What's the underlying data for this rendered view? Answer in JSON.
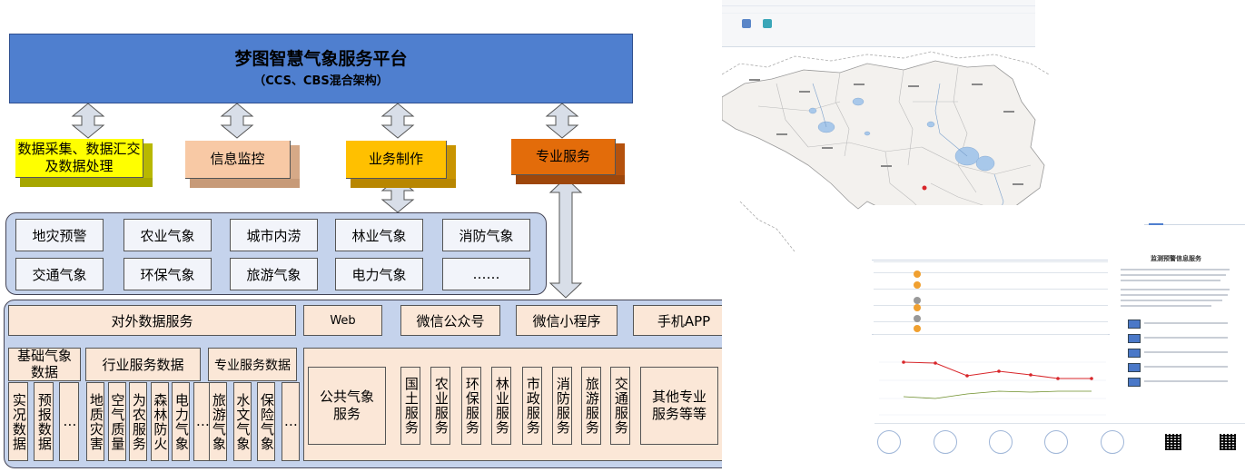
{
  "platform": {
    "title": "梦图智慧气象服务平台",
    "subtitle": "（CCS、CBS混合架构）"
  },
  "modules": {
    "data_collection": "数据采集、数据汇交及数据处理",
    "info_monitor": "信息监控",
    "business_production": "业务制作",
    "special_service": "专业服务"
  },
  "service_types": [
    "地灾预警",
    "农业气象",
    "城市内涝",
    "林业气象",
    "消防气象",
    "交通气象",
    "环保气象",
    "旅游气象",
    "电力气象",
    "……"
  ],
  "channels": {
    "external_data": "对外数据服务",
    "web": "Web",
    "wechat_official": "微信公众号",
    "wechat_mini": "微信小程序",
    "mobile_app": "手机APP"
  },
  "data_groups": {
    "basic": {
      "label": "基础气象数据",
      "items": [
        "实况数据",
        "预报数据",
        "…"
      ]
    },
    "industry": {
      "label": "行业服务数据",
      "items": [
        "地质灾害",
        "空气质量",
        "为农服务",
        "森林防火",
        "电力气象",
        "…"
      ]
    },
    "professional": {
      "label": "专业服务数据",
      "items": [
        "旅游气象",
        "水文气象",
        "保险气象",
        "…"
      ]
    }
  },
  "public_service": "公共气象服务",
  "vertical_services": [
    "国土服务",
    "农业服务",
    "环保服务",
    "林业服务",
    "市政服务",
    "消防服务",
    "旅游服务",
    "交通服务"
  ],
  "other_services": "其他专业服务等等",
  "screenshot": {
    "panel_title": "监测预警信息服务",
    "colors": {
      "accent_blue": "#4f7fcf",
      "map_fill": "#f3f1ee",
      "water": "#a8c8ea",
      "chart_red": "#d8262a",
      "chart_green": "#6e8f2a"
    }
  }
}
